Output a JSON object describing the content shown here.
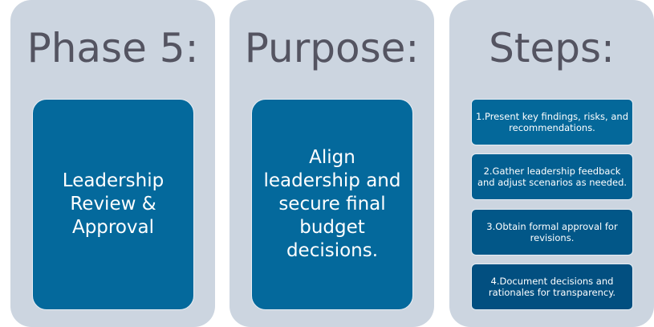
{
  "panels": [
    {
      "title": "Phase 5:",
      "body": "Leadership Review & Approval"
    },
    {
      "title": "Purpose:",
      "body": "Align leadership and secure final budget decisions."
    },
    {
      "title": "Steps:",
      "steps": [
        "1.Present key findings, risks, and recommendations.",
        "2.Gather leadership feedback and adjust scenarios as needed.",
        "3.Obtain formal approval for revisions.",
        "4.Document decisions and rationales for transparency."
      ]
    }
  ],
  "colors": {
    "panel": "#ccd5e0",
    "box": "#04699c",
    "title": "#545461"
  }
}
